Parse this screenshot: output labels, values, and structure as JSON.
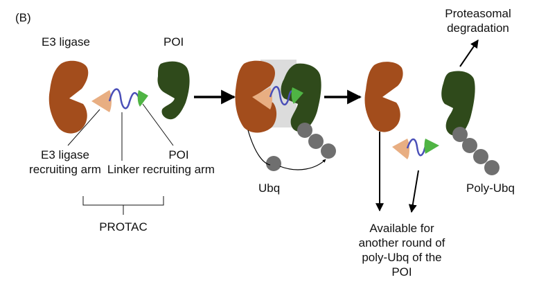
{
  "panel_label": "(B)",
  "labels": {
    "e3_ligase": "E3 ligase",
    "poi": "POI",
    "e3_arm_line1": "E3 ligase",
    "e3_arm_line2": "recruiting arm",
    "linker": "Linker",
    "poi_arm_line1": "POI",
    "poi_arm_line2": "recruiting arm",
    "protac": "PROTAC",
    "ubq": "Ubq",
    "proteasomal_line1": "Proteasomal",
    "proteasomal_line2": "degradation",
    "poly_ubq": "Poly-Ubq",
    "available_line1": "Available for",
    "available_line2": "another round of",
    "available_line3": "poly-Ubq of the",
    "available_line4": "POI"
  },
  "colors": {
    "e3_ligase": "#A34D1C",
    "poi": "#2F4A1B",
    "e3_warhead": "#E8AE82",
    "poi_warhead": "#4FB444",
    "linker": "#4A4FB8",
    "ubiquitin": "#6F6F6F",
    "complex_highlight": "#DCDCDC",
    "arrow": "#000000"
  }
}
